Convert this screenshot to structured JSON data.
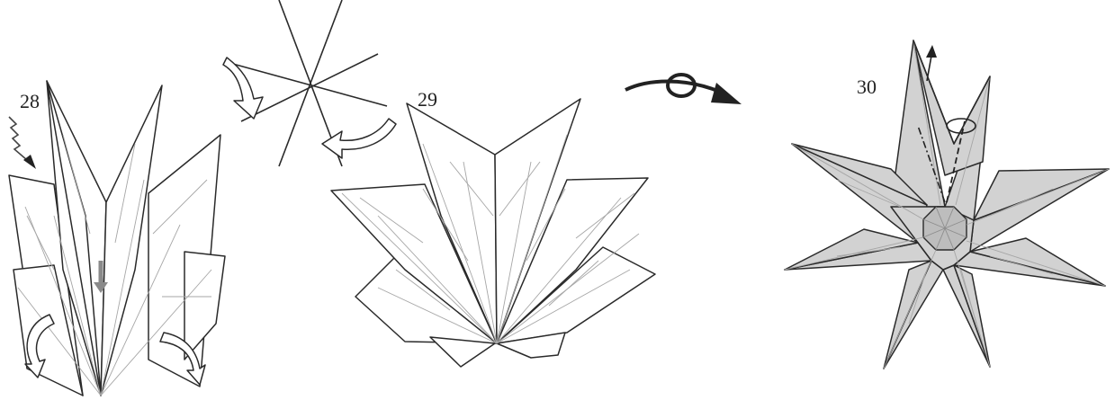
{
  "steps": [
    {
      "number": "28"
    },
    {
      "number": "29"
    },
    {
      "number": "30"
    }
  ],
  "colors": {
    "paper_white": "#ffffff",
    "paper_grey": "#d2d2d2",
    "line": "#2a2a2a",
    "crease": "#a6a6a6"
  },
  "icons": [
    "valley-fold-arrow-icon",
    "turn-over-icon",
    "unfold-arrow-icon",
    "flip-arrow-icon",
    "reverse-fold-dashed-icon"
  ]
}
